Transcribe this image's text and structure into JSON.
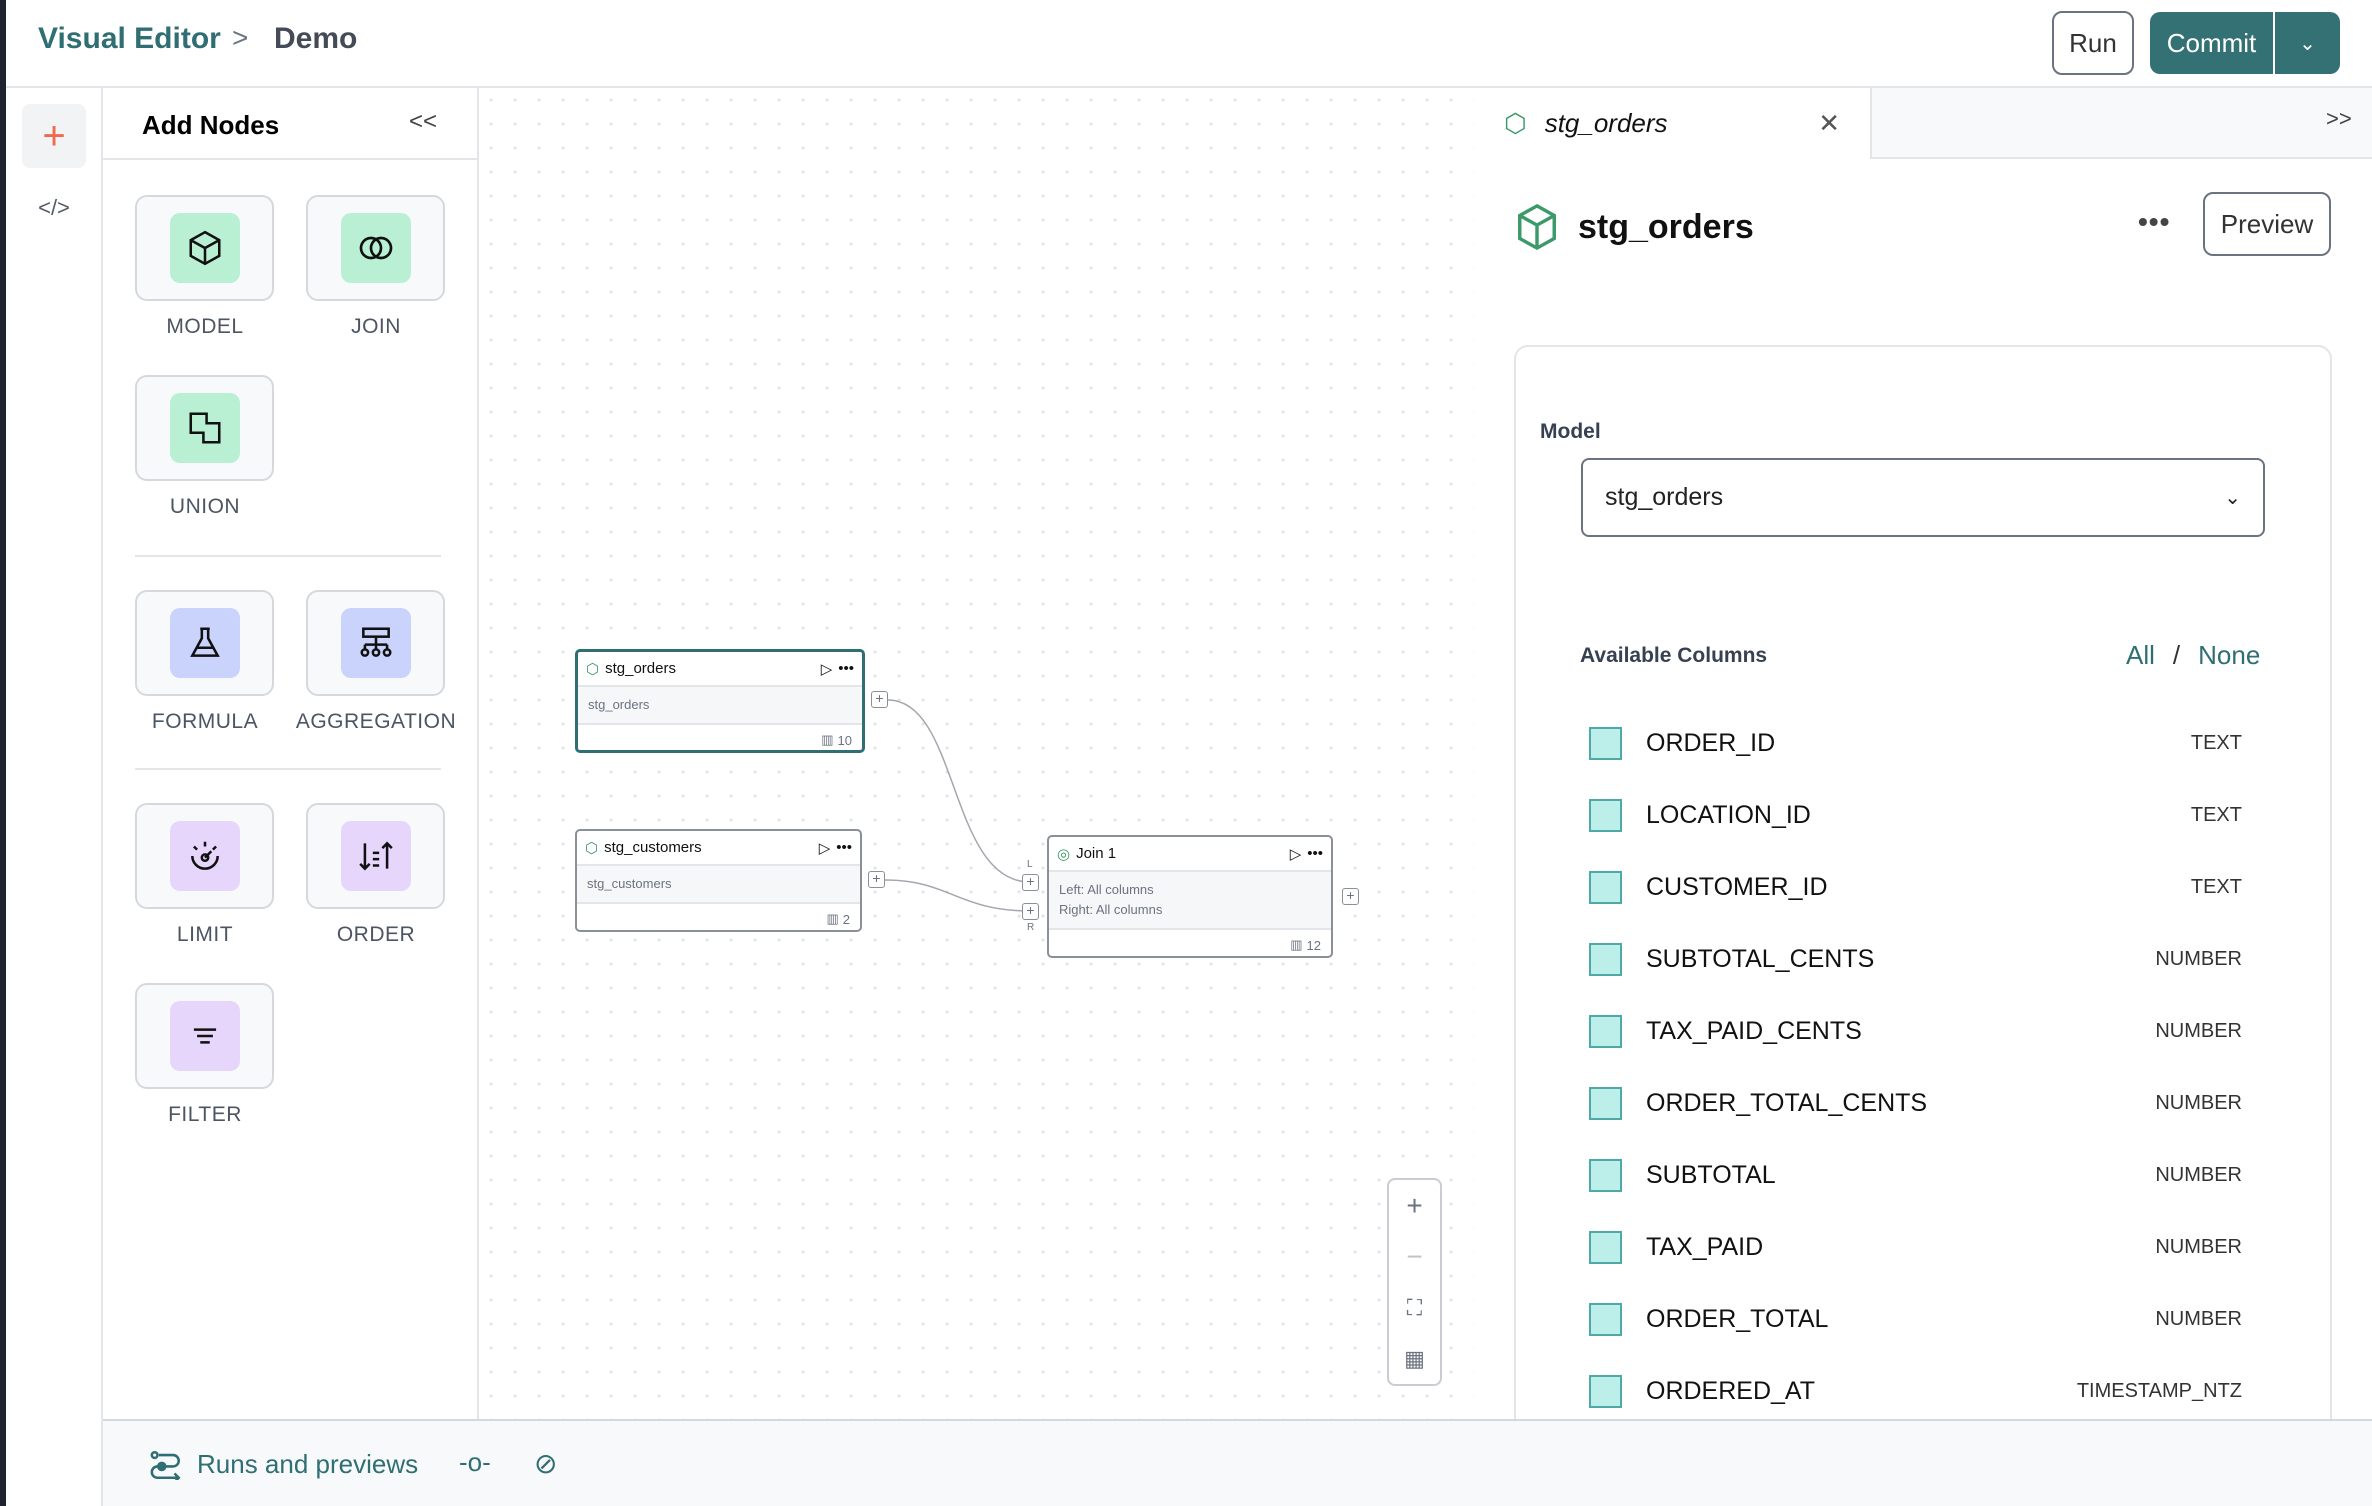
{
  "header": {
    "breadcrumb_root": "Visual Editor",
    "breadcrumb_separator": ">",
    "breadcrumb_current": "Demo",
    "run_label": "Run",
    "commit_label": "Commit",
    "accent": "#337174"
  },
  "rail": {
    "add_icon": "plus-icon",
    "code_icon": "code-icon"
  },
  "add_nodes": {
    "title": "Add Nodes",
    "collapse": "<<",
    "tiles": [
      {
        "label": "MODEL",
        "icon": "cube-icon",
        "color": "#b9f0d4"
      },
      {
        "label": "JOIN",
        "icon": "join-icon",
        "color": "#b9f0d4"
      },
      {
        "label": "UNION",
        "icon": "union-icon",
        "color": "#b9f0d4"
      },
      {
        "label": "FORMULA",
        "icon": "flask-icon",
        "color": "#c9d3fb"
      },
      {
        "label": "AGGREGATION",
        "icon": "hierarchy-icon",
        "color": "#c9d3fb"
      },
      {
        "label": "LIMIT",
        "icon": "gauge-icon",
        "color": "#e7d6fb"
      },
      {
        "label": "ORDER",
        "icon": "sort-icon",
        "color": "#e7d6fb"
      },
      {
        "label": "FILTER",
        "icon": "filter-lines-icon",
        "color": "#e7d6fb"
      }
    ]
  },
  "canvas": {
    "nodes": [
      {
        "title": "stg_orders",
        "body": "stg_orders",
        "count": "10"
      },
      {
        "title": "stg_customers",
        "body": "stg_customers",
        "count": "2"
      },
      {
        "title": "Join 1",
        "body_left": "Left: All columns",
        "body_right": "Right: All columns",
        "count": "12",
        "left_handle": "L",
        "right_handle": "R"
      }
    ],
    "handle_plus": "+",
    "zoom": {
      "in": "+",
      "out": "−"
    }
  },
  "right_panel": {
    "tab_label": "stg_orders",
    "expand": ">>",
    "title": "stg_orders",
    "more": "•••",
    "preview_label": "Preview",
    "model_label": "Model",
    "model_value": "stg_orders",
    "available_columns_label": "Available Columns",
    "all_label": "All",
    "slash": "/",
    "none_label": "None",
    "columns": [
      {
        "name": "ORDER_ID",
        "type": "TEXT"
      },
      {
        "name": "LOCATION_ID",
        "type": "TEXT"
      },
      {
        "name": "CUSTOMER_ID",
        "type": "TEXT"
      },
      {
        "name": "SUBTOTAL_CENTS",
        "type": "NUMBER"
      },
      {
        "name": "TAX_PAID_CENTS",
        "type": "NUMBER"
      },
      {
        "name": "ORDER_TOTAL_CENTS",
        "type": "NUMBER"
      },
      {
        "name": "SUBTOTAL",
        "type": "NUMBER"
      },
      {
        "name": "TAX_PAID",
        "type": "NUMBER"
      },
      {
        "name": "ORDER_TOTAL",
        "type": "NUMBER"
      },
      {
        "name": "ORDERED_AT",
        "type": "TIMESTAMP_NTZ"
      }
    ]
  },
  "bottom": {
    "runs_label": "Runs and previews"
  }
}
